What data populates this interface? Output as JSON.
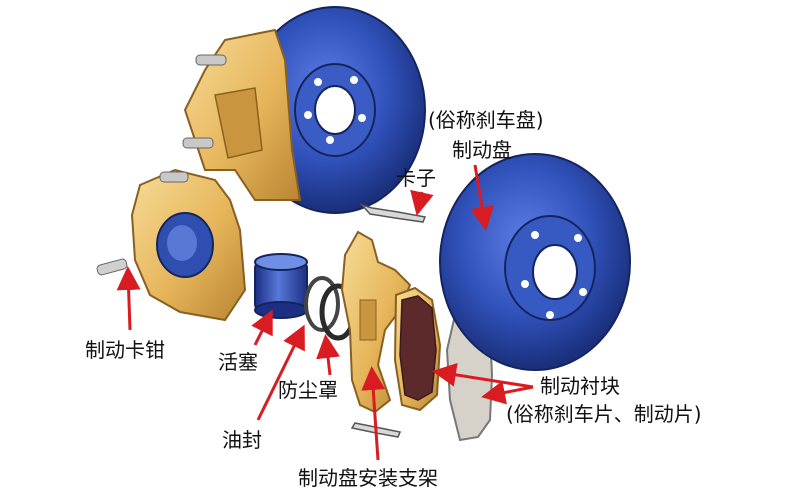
{
  "labels": {
    "rotor_alias": "(俗称刹车盘)",
    "rotor": "制动盘",
    "clip": "卡子",
    "caliper": "制动卡钳",
    "piston": "活塞",
    "dust_boot": "防尘罩",
    "oil_seal": "油封",
    "bracket": "制动盘安装支架",
    "pad": "制动衬块",
    "pad_alias": "(俗称刹车片、制动片)"
  },
  "colors": {
    "rotor_blue": "#2e4fb0",
    "caliper_gold": "#e8bd62",
    "pointer_red": "#d81c22"
  }
}
